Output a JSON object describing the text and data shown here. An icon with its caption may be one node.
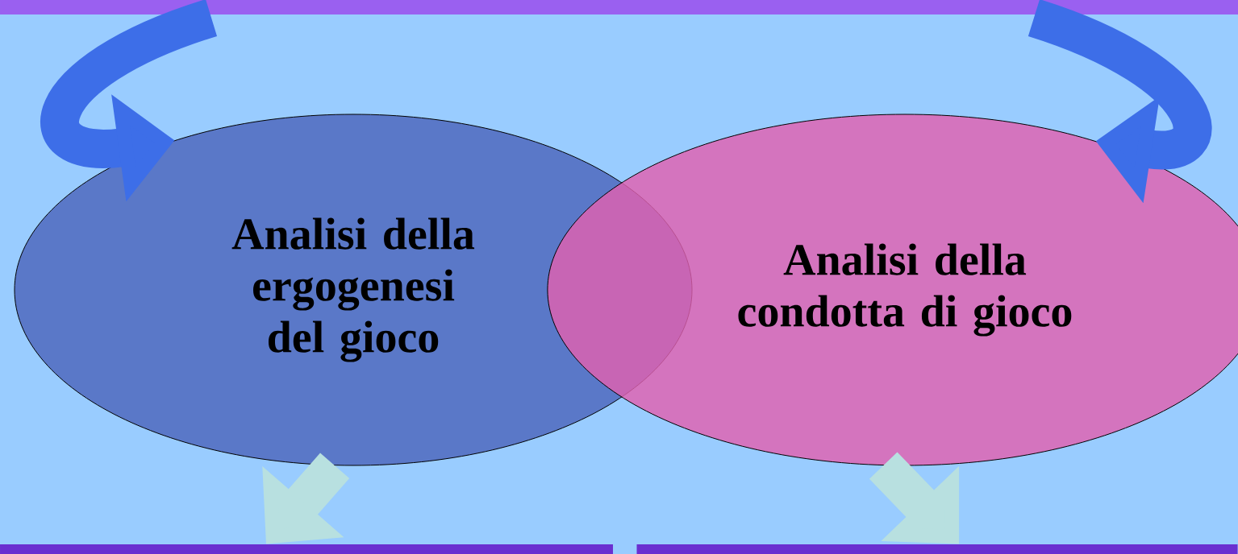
{
  "diagram": {
    "nodes": [
      {
        "text": [
          "Analisi della ergogenesi del gioco"
        ]
      },
      {
        "text": [
          "Analisi della condotta di gioco"
        ]
      },
      {
        "text": [],
        "shape": "bar"
      },
      {
        "text": [],
        "shape": "bar"
      }
    ],
    "edges": [
      {
        "from": null,
        "to": 0,
        "arrow": "to"
      },
      {
        "from": null,
        "to": 1,
        "arrow": "to"
      },
      {
        "from": 0,
        "to": 2,
        "arrow": "to",
        "color": "#b8e0e0"
      },
      {
        "from": 1,
        "to": 3,
        "arrow": "to",
        "color": "#b8e0e0"
      }
    ]
  }
}
